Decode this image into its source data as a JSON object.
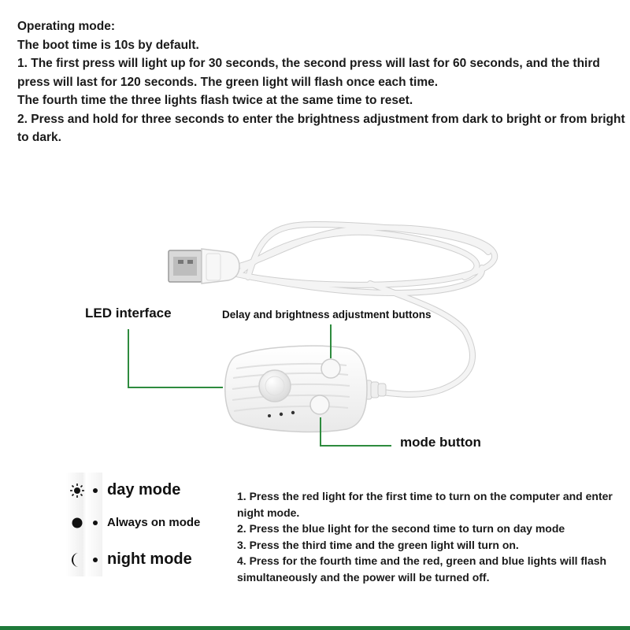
{
  "intro": {
    "heading": "Operating mode:",
    "lines": [
      "The boot time is 10s by default.",
      "1. The first press will light up for 30 seconds, the second press will last for 60 seconds, and the third press will last for 120 seconds. The green light will flash once each time.",
      "The fourth time the three lights flash twice at the same time to reset.",
      "2. Press and hold for three seconds to enter the brightness adjustment from dark to bright or from bright to dark."
    ]
  },
  "callouts": {
    "led_interface": "LED interface",
    "delay_buttons": "Delay and brightness adjustment buttons",
    "mode_button": "mode button"
  },
  "legend": [
    {
      "icon": "sun-icon",
      "label": "day mode"
    },
    {
      "icon": "full-circle-icon",
      "label": "Always on mode"
    },
    {
      "icon": "moon-icon",
      "label": "night mode"
    }
  ],
  "steps": [
    "1. Press the red light for the first time to turn on the computer and enter night mode.",
    "2. Press the blue light for the second time to turn on day mode",
    "3. Press the third time and the green light will turn on.",
    "4. Press for the fourth time and the red, green and blue lights will flash simultaneously and the power will be turned off."
  ],
  "colors": {
    "callout_line": "#2e8b3e",
    "bottom_bar": "#1f7a3a",
    "cable": "#f2f2f2",
    "device": "#f6f6f6"
  }
}
